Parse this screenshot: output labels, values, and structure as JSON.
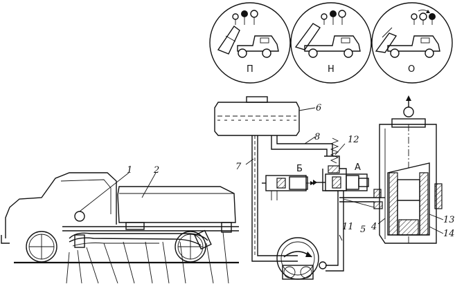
{
  "insets": [
    {
      "id": "p",
      "label": "П",
      "state": "raise"
    },
    {
      "id": "n",
      "label": "Н",
      "state": "neutral"
    },
    {
      "id": "o",
      "label": "О",
      "state": "lower"
    }
  ],
  "callouts": {
    "n1": "1",
    "n2": "2",
    "n4": "4",
    "n5": "5",
    "n6": "6",
    "n7": "7",
    "n8": "8",
    "n11": "11",
    "n12": "12",
    "n13": "13",
    "n14": "14"
  },
  "valve_labels": {
    "b": "Б",
    "a": "А"
  },
  "colors": {
    "line": "#111111",
    "background": "#ffffff"
  }
}
